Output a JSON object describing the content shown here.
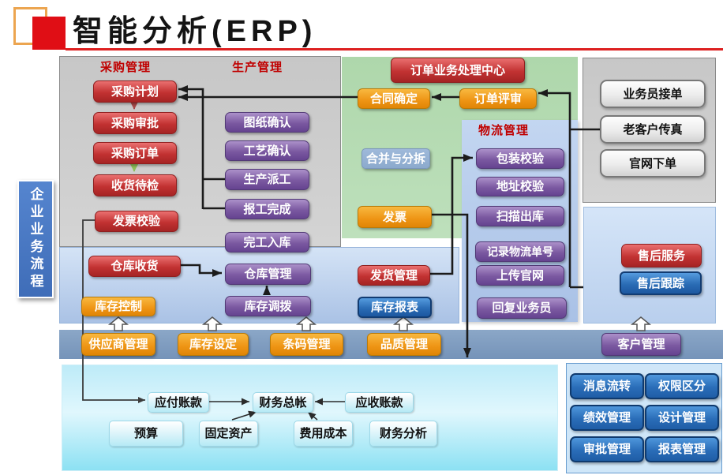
{
  "title": "智能分析(ERP)",
  "side_label": "企业业务流程",
  "procurement": {
    "label": "采购管理",
    "plan": "采购计划",
    "approval": "采购审批",
    "order": "采购订单",
    "receiving": "收货待检",
    "invoice_check": "发票校验"
  },
  "production": {
    "label": "生产管理",
    "drawing": "图纸确认",
    "process": "工艺确认",
    "dispatch": "生产派工",
    "report_done": "报工完成",
    "finished_in": "完工入库"
  },
  "order_center": {
    "title": "订单业务处理中心",
    "contract": "合同确定",
    "review": "订单评审",
    "merge_split": "合并与分拆",
    "invoice": "发票"
  },
  "logistics": {
    "label": "物流管理",
    "packing": "包装校验",
    "address": "地址校验",
    "scan_out": "扫描出库",
    "tracking_no": "记录物流单号",
    "upload": "上传官网",
    "reply": "回复业务员"
  },
  "warehouse": {
    "receive": "仓库收货",
    "manage": "仓库管理",
    "control": "库存控制",
    "transfer": "库存调拨",
    "ship": "发货管理",
    "report": "库存报表"
  },
  "channels": {
    "salesperson": "业务员接单",
    "fax": "老客户传真",
    "website": "官网下单"
  },
  "aftersales": {
    "service": "售后服务",
    "tracking": "售后跟踪"
  },
  "base_band": {
    "supplier": "供应商管理",
    "inv_setting": "库存设定",
    "barcode": "条码管理",
    "quality": "品质管理",
    "customer": "客户管理"
  },
  "finance": {
    "payable": "应付账款",
    "ledger": "财务总帐",
    "receivable": "应收账款",
    "budget": "预算",
    "fixed_assets": "固定资产",
    "expense": "费用成本",
    "analysis": "财务分析"
  },
  "system": {
    "message": "消息流转",
    "permission": "权限区分",
    "performance": "绩效管理",
    "design": "设计管理",
    "approval": "审批管理",
    "report": "报表管理"
  },
  "colors": {
    "accent_red": "#dd2020",
    "box_red": "#c23232",
    "box_purple": "#7b59a1",
    "box_orange": "#ee9414",
    "box_blue": "#2a6cb5",
    "band_blue": "#7e9cc1",
    "panel_green": "#b2d9af",
    "panel_cyan": "#aee7f5",
    "label_red": "#c00000"
  }
}
